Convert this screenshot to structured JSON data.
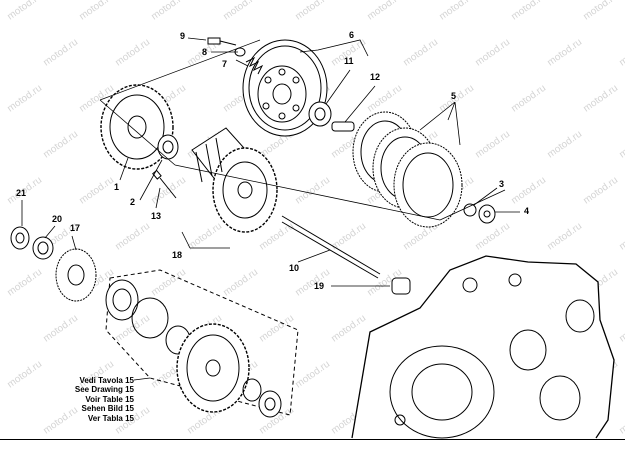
{
  "callouts": [
    {
      "id": "c1",
      "label": "1"
    },
    {
      "id": "c2",
      "label": "2"
    },
    {
      "id": "c3",
      "label": "3"
    },
    {
      "id": "c4",
      "label": "4"
    },
    {
      "id": "c5",
      "label": "5"
    },
    {
      "id": "c6",
      "label": "6"
    },
    {
      "id": "c7",
      "label": "7"
    },
    {
      "id": "c8",
      "label": "8"
    },
    {
      "id": "c9",
      "label": "9"
    },
    {
      "id": "c10",
      "label": "10"
    },
    {
      "id": "c11",
      "label": "11"
    },
    {
      "id": "c12",
      "label": "12"
    },
    {
      "id": "c13",
      "label": "13"
    },
    {
      "id": "c17",
      "label": "17"
    },
    {
      "id": "c18",
      "label": "18"
    },
    {
      "id": "c19",
      "label": "19"
    },
    {
      "id": "c20",
      "label": "20"
    },
    {
      "id": "c21",
      "label": "21"
    }
  ],
  "see_note": [
    "Vedi Tavola 15",
    "See Drawing 15",
    "Voir Table 15",
    "Sehen Bild 15",
    "Ver Tabla 15"
  ],
  "watermark": "motod.ru",
  "colors": {
    "ink": "#000000",
    "paper": "#ffffff",
    "watermark": "#d0d0d0"
  }
}
